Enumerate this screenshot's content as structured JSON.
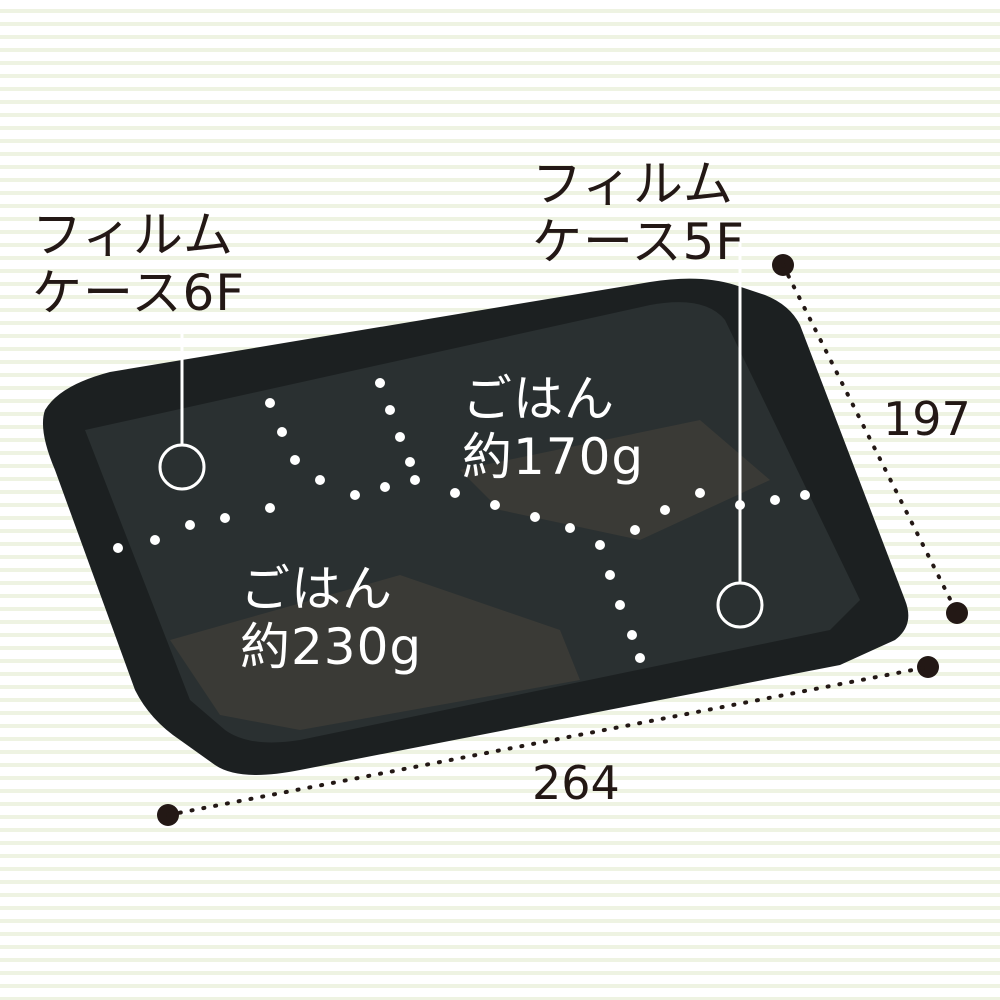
{
  "callouts": [
    {
      "line1": "フィルム",
      "line2": "ケース6F"
    },
    {
      "line1": "フィルム",
      "line2": "ケース5F"
    }
  ],
  "compartments": [
    {
      "line1": "ごはん",
      "line2": "約170g"
    },
    {
      "line1": "ごはん",
      "line2": "約230g"
    }
  ],
  "dimensions": {
    "depth": "197",
    "width": "264"
  },
  "colors": {
    "tray": "#1c2021",
    "stripe": "#eef3e2",
    "text": "#231815",
    "dots": "#ffffff"
  }
}
